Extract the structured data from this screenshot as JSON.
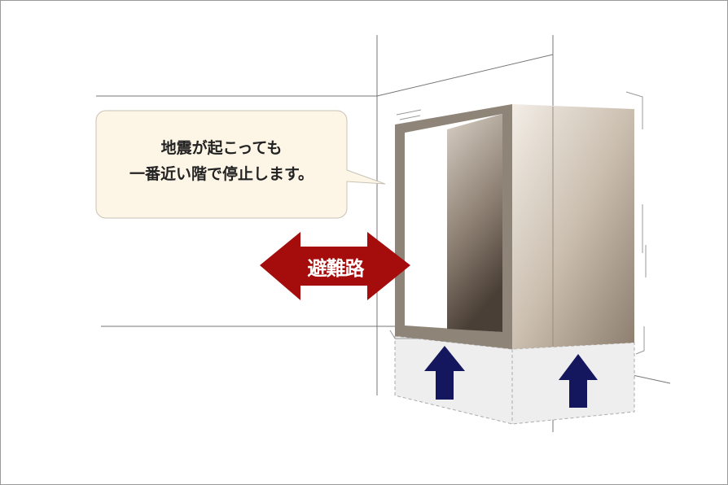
{
  "bubble": {
    "line1": "地震が起こっても",
    "line2": "一番近い階で停止します。"
  },
  "evacuation_route_label": "避難路",
  "colors": {
    "arrow_red": "#a50d0d",
    "arrow_navy": "#15175e",
    "bubble_fill": "#fdf5e6",
    "frame": "#8f8478"
  }
}
